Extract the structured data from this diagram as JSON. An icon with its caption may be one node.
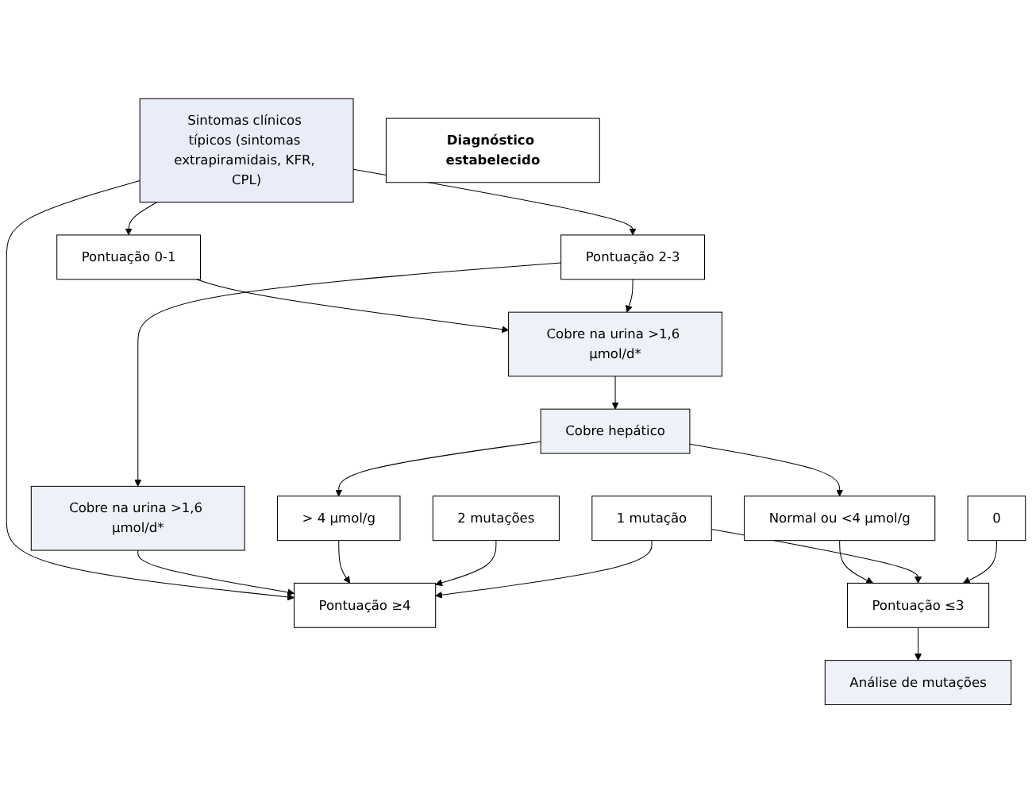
{
  "diagram": {
    "nodes": [
      {
        "text": [
          "Sintomas clínicos típicos (sintomas extrapiramidais, KFR, CPL)"
        ]
      },
      {
        "text": [
          "Pontuação 0-1"
        ]
      },
      {
        "text": [
          "Pontuação 2-3"
        ]
      },
      {
        "text": [
          "Pontuação ≥4"
        ]
      },
      {
        "text": [
          "Diagnóstico estabelecido"
        ]
      },
      {
        "text": [
          "Cobre na urina >1,6 µmol/d*"
        ]
      },
      {
        "text": [
          "Cobre na urina >1,6 µmol/d*"
        ]
      },
      {
        "text": [
          "Análise de mutações"
        ]
      },
      {
        "text": [
          "> 4 µmol/g"
        ]
      },
      {
        "text": [
          "Cobre hepático"
        ]
      },
      {
        "text": [
          "2 mutações"
        ]
      },
      {
        "text": [
          "Pontuação ≤3"
        ]
      },
      {
        "text": [
          "1 mutação"
        ]
      },
      {
        "text": [
          "Normal ou <4 µmol/g"
        ]
      },
      {
        "text": [
          "0"
        ]
      }
    ],
    "edges": [
      {
        "from": 0,
        "to": 1,
        "arrow": "to"
      },
      {
        "from": 0,
        "to": 2,
        "arrow": "to"
      },
      {
        "from": 0,
        "to": 3,
        "arrow": "to"
      },
      {
        "from": 1,
        "to": 5,
        "arrow": "to"
      },
      {
        "from": 2,
        "to": 5,
        "arrow": "to"
      },
      {
        "from": 2,
        "to": 6,
        "arrow": "to"
      },
      {
        "from": 6,
        "to": 3,
        "arrow": "to"
      },
      {
        "from": 8,
        "to": 3,
        "arrow": "to"
      },
      {
        "from": 10,
        "to": 3,
        "arrow": "to"
      },
      {
        "from": 12,
        "to": 3,
        "arrow": "to"
      },
      {
        "from": 5,
        "to": 9,
        "arrow": "to"
      },
      {
        "from": 9,
        "to": 8,
        "arrow": "to"
      },
      {
        "from": 9,
        "to": 13,
        "arrow": "to"
      },
      {
        "from": 13,
        "to": 11,
        "arrow": "to"
      },
      {
        "from": 11,
        "to": 7,
        "arrow": "to"
      },
      {
        "from": 12,
        "to": 11,
        "arrow": "to"
      },
      {
        "from": 14,
        "to": 11,
        "arrow": "to"
      }
    ]
  }
}
